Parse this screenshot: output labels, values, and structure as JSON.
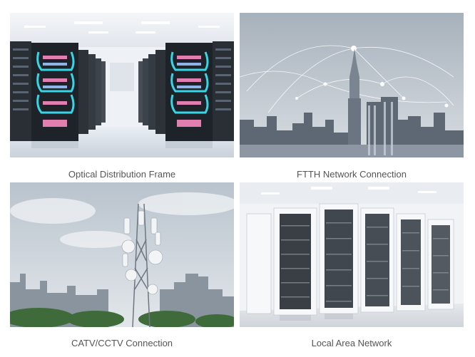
{
  "tiles": [
    {
      "caption": "Optical Distribution Frame",
      "image": "server-room-photo"
    },
    {
      "caption": "FTTH Network Connection",
      "image": "city-network-photo"
    },
    {
      "caption": "CATV/CCTV Connection",
      "image": "cell-tower-photo"
    },
    {
      "caption": "Local Area Network",
      "image": "data-center-photo"
    }
  ],
  "colors": {
    "caption_text": "#555555",
    "background": "#ffffff",
    "fiber_cyan": "#37d6e6",
    "fiber_pink": "#e07fb0"
  }
}
